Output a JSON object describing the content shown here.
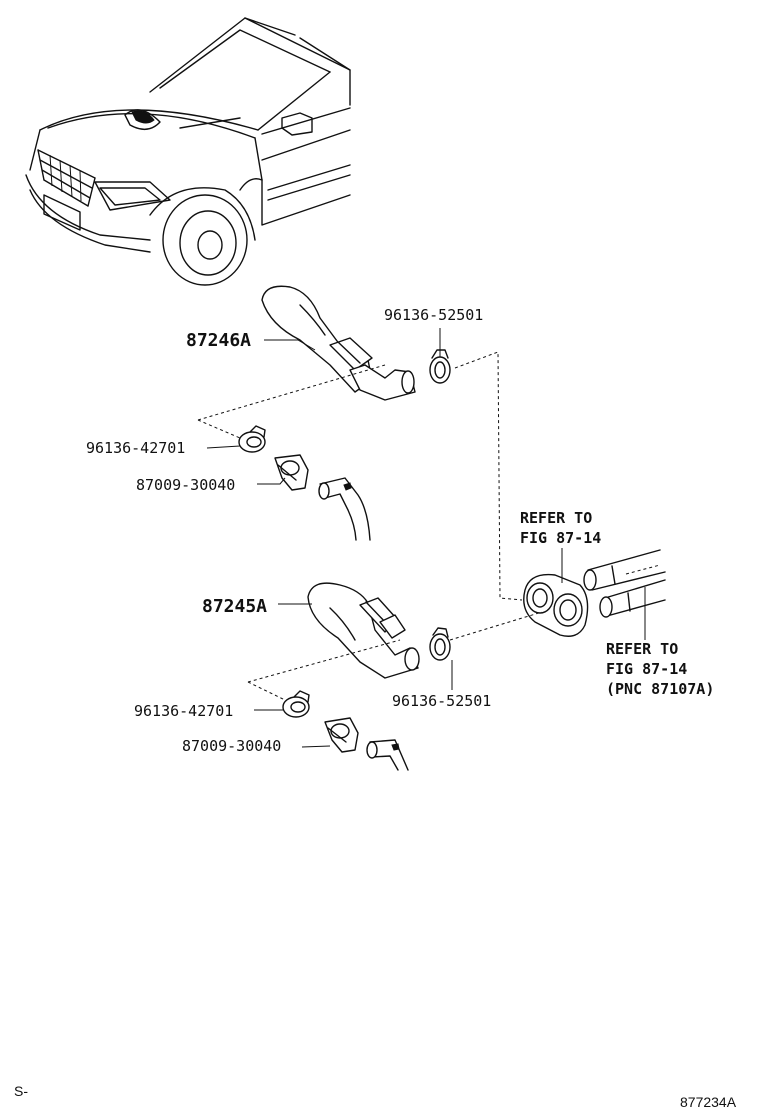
{
  "parts": {
    "upper_hose": "87246A",
    "upper_clamp_right": "96136-52501",
    "upper_clamp_left": "96136-42701",
    "upper_grommet": "87009-30040",
    "lower_hose": "87245A",
    "lower_clamp_right": "96136-52501",
    "lower_clamp_left": "96136-42701",
    "lower_grommet": "87009-30040"
  },
  "references": {
    "heater_unit_line1": "REFER TO",
    "heater_unit_line2": "FIG 87-14",
    "pipes_line1": "REFER TO",
    "pipes_line2": "FIG 87-14",
    "pipes_line3": "(PNC 87107A)"
  },
  "footer": {
    "left_code": "S-",
    "figure_id": "877234A"
  }
}
